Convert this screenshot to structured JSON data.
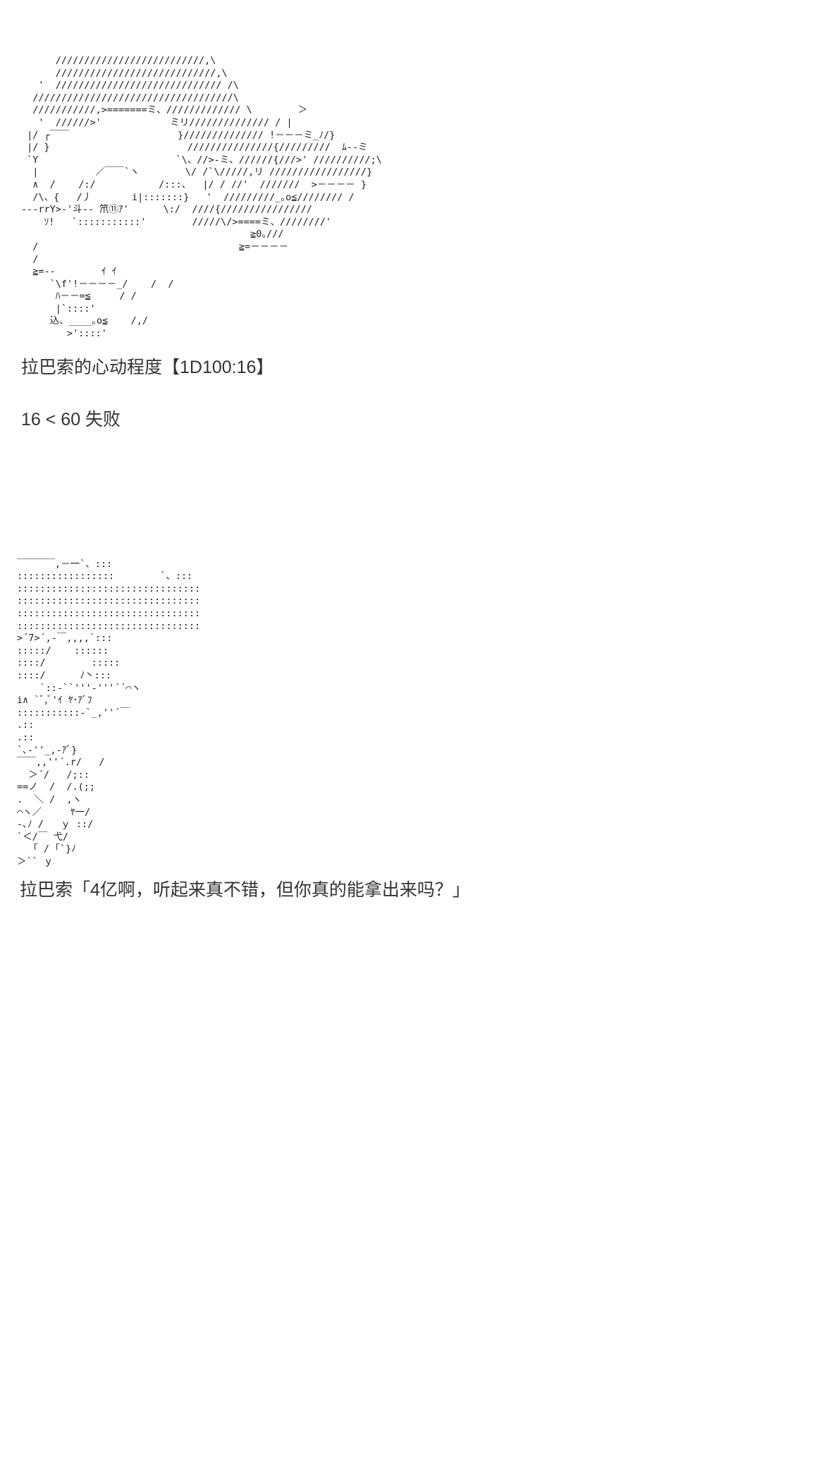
{
  "post": {
    "art_top": {
      "name": "ascii-art-carriage",
      "lines": [
        "      //////////////////////////,\\",
        "      ////////////////////////////,\\",
        "   '  ///////////////////////////// /\\",
        "  ///////////////////////////////////\\",
        "  ///////////,>=======ミ、///////////// \\        ＞",
        "   '  //////>'            ミリ////////////// / |",
        " |/ ┌￣￣                   }////////////// !－－－ミ_ﾉ/}",
        " |/ }                        ///////////////{/////////  ﾑ--ミ",
        " `Y                        `\\、//>-ミ、//////{///>' //////////;\\",
        "  |          ／￣￣`ヽ        \\/ /`\\/////,リ /////////////////}",
        "  ∧  /    /:/           /:::、  |/ / //'  ///////  >－－－－ }",
        "  /\\、{   /丿       i|:::::::}   '  /////////_｡o≦//////// /",
        "---rrY>-'斗-- 笊⑪ｱ'      \\:/  ////{////////////////",
        "    ｿ!   `:::::::::::'        /////\\/>====ミ、////////'",
        "                                        ≧0｡///",
        "  /                                   ≧=－－－－",
        "  /",
        "  ≧=--        ｲ ｲ",
        "     `\\f'!－－－－_/    /  /",
        "      ﾊ－－=≦     / /",
        "      |`::::'",
        "     込、____｡o≦    /,/",
        "        >'::::'"
      ]
    },
    "roll_label": "拉巴索的心动程度【1D100:16】",
    "result_text": "16 < 60 失败",
    "art_bottom": {
      "name": "ascii-art-character",
      "lines": [
        "￣￣￣￣,－一`、:::",
        ":::::::::::::::::        `、:::",
        "::::::::::::::::::::::::::::::::",
        "::::::::::::::::::::::::::::::::",
        "::::::::::::::::::::::::::::::::",
        "::::::::::::::::::::::::::::::::",
        ">´7>´,-￣,,,,`:::",
        ":::::/    ::::::",
        "::::/        :::::",
        "::::/      ﾉ丶:::",
        "    `::-``'''-'''´´⌒ヽ",
        "i∧ `ﾞ,ﾞ'ｲ ﾔ･ｱﾞﾌ",
        ":::::::::::-`_,''´￣",
        ".::",
        ".::",
        "`､-''_,-ｱﾞ}",
        "￣￣,,''´.r/   /",
        "  ＞´/   /;::",
        "==ノ  /  /.(;;",
        ".  ＼ /  ,ヽ",
        "⌒ヽ／     ﾔ一/",
        "-､ﾉ /   ｙ ::/",
        "`＜/￣ 弋/",
        "  「 / ｢`}ﾉ",
        "＞`` ｙ"
      ]
    },
    "dialogue": "拉巴索「4亿啊，听起来真不错，但你真的能拿出来吗？」",
    "colors": {
      "background": "#ffffff",
      "text": "#333333",
      "art": "#1c1c1c"
    }
  }
}
